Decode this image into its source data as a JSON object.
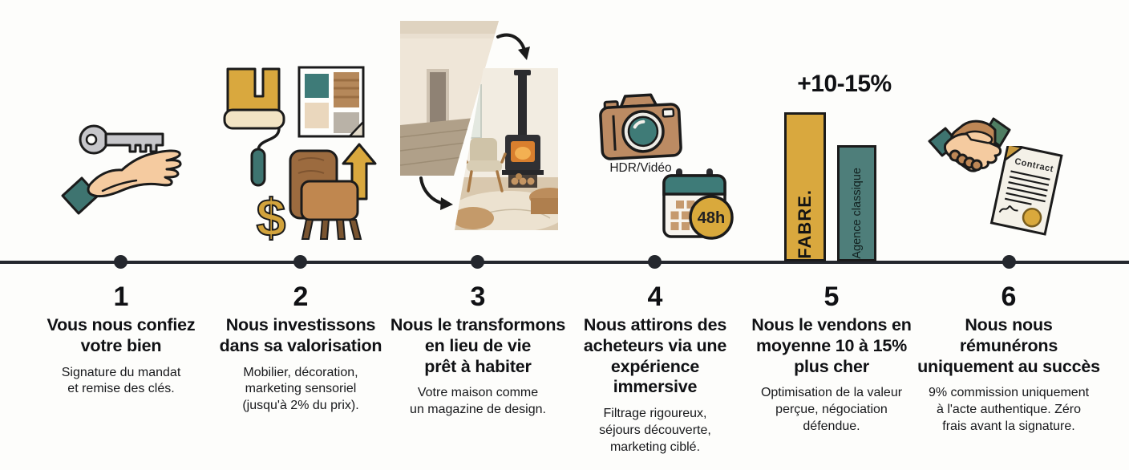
{
  "meta": {
    "description": "Frise chronologique en 6 étapes du processus de vente immobilière FABRE"
  },
  "colors": {
    "gold": "#D9A83E",
    "teal_bar": "#4E7E7A",
    "outline": "#1B1B1B",
    "timeline": "#24272D",
    "skin": "#F5CBA0",
    "brown_skin": "#BE8756",
    "cuff_teal": "#3E7470",
    "cuff_green": "#4F7D62",
    "camera_brown": "#BC8B63",
    "key_gray": "#C6C6CA",
    "calendar_header_teal": "#3E7B78"
  },
  "steps": [
    {
      "number": "1",
      "title": "Vous nous confiez\nvotre bien",
      "description": "Signature du mandat\net remise des clés.",
      "icon": "hand-receiving-key-icon"
    },
    {
      "number": "2",
      "title": "Nous investissons\ndans sa valorisation",
      "description": "Mobilier, décoration,\nmarketing sensoriel\n(jusqu'à 2% du prix).",
      "icon": "paint-roller-swatches-dollar-armchair-icon",
      "dollar_glyph": "$"
    },
    {
      "number": "3",
      "title": "Nous le transformons\nen lieu de vie\nprêt à habiter",
      "description": "Votre maison comme\nun magazine de design.",
      "icon": "before-after-room-photos"
    },
    {
      "number": "4",
      "title": "Nous attirons des\nacheteurs via une\nexpérience\nimmersive",
      "description": "Filtrage rigoureux,\nséjours découverte,\nmarketing ciblé.",
      "icon": "camera-and-calendar-icon",
      "camera_label": "HDR/Vidéo",
      "calendar_badge": "48h"
    },
    {
      "number": "5",
      "title": "Nous le vendons en\nmoyenne 10 à 15%\nplus cher",
      "description": "Optimisation de la valeur\nperçue, négociation\ndéfendue.",
      "icon": "comparison-bar-chart"
    },
    {
      "number": "6",
      "title": "Nous nous\nrémunérons\nuniquement au succès",
      "description": "9% commission uniquement\nà l'acte authentique. Zéro\nfrais avant la signature.",
      "icon": "handshake-and-contract-icon",
      "contract_title": "Contract"
    }
  ],
  "chart_data": {
    "type": "bar",
    "title": "+10-15%",
    "categories": [
      "FABRE.",
      "Agence classique"
    ],
    "values": [
      112.5,
      100
    ],
    "ylabel": "",
    "xlabel": "",
    "legend_position": "vertical-labels-inside-bars",
    "bar_colors": [
      "#D9A83E",
      "#4E7E7A"
    ],
    "note": "La barre FABRE est ~28% plus haute, annotation +10-15% au-dessus"
  }
}
